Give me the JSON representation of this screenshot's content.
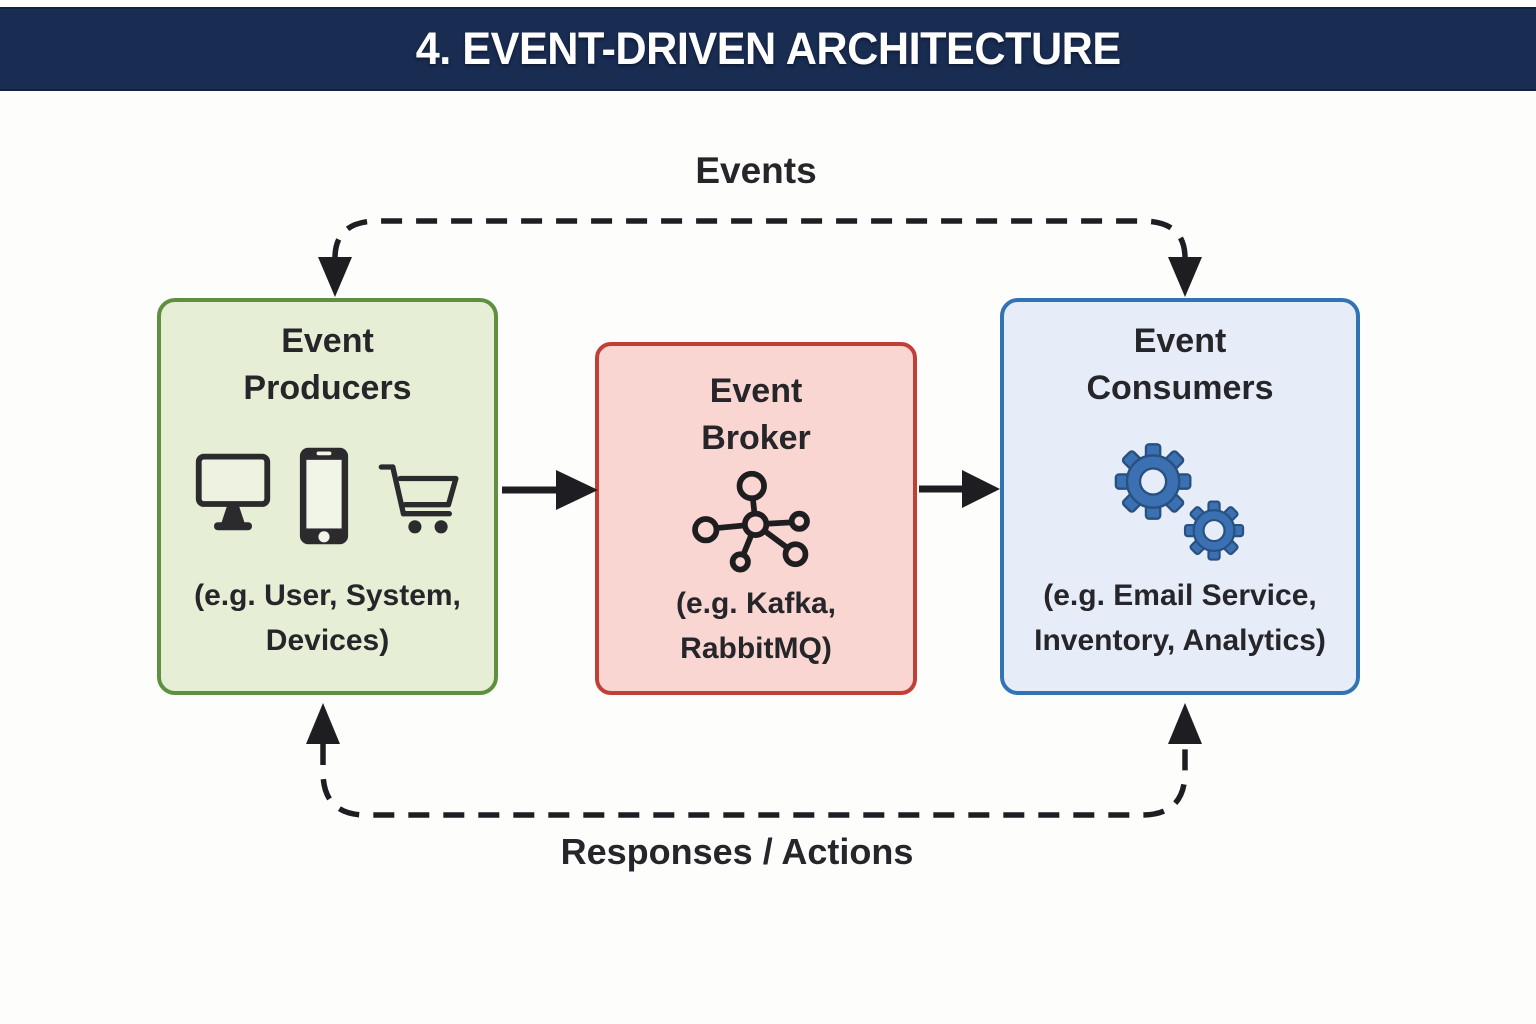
{
  "header": {
    "title": "4. EVENT-DRIVEN ARCHITECTURE"
  },
  "flows": {
    "events_label": "Events",
    "responses_label": "Responses / Actions"
  },
  "boxes": {
    "producers": {
      "title_line1": "Event",
      "title_line2": "Producers",
      "subtitle_line1": "(e.g. User, System,",
      "subtitle_line2": "Devices)",
      "icons": [
        "monitor-icon",
        "smartphone-icon",
        "shopping-cart-icon"
      ],
      "fill": "#e6efd6",
      "border": "#5e9040"
    },
    "broker": {
      "title_line1": "Event",
      "title_line2": "Broker",
      "subtitle_line1": "(e.g. Kafka,",
      "subtitle_line2": "RabbitMQ)",
      "icons": [
        "network-hub-icon"
      ],
      "fill": "#fad6d2",
      "border": "#c04038"
    },
    "consumers": {
      "title_line1": "Event",
      "title_line2": "Consumers",
      "subtitle_line1": "(e.g. Email Service,",
      "subtitle_line2": "Inventory, Analytics)",
      "icons": [
        "gears-icon"
      ],
      "fill": "#e7edf8",
      "border": "#3273b6"
    }
  },
  "colors": {
    "header_bg": "#192c52",
    "header_text": "#ffffff",
    "arrow_color": "#1e1e22",
    "text_color": "#26262a",
    "gear_blue": "#3b70b2",
    "icon_dark": "#2b2b2e"
  }
}
